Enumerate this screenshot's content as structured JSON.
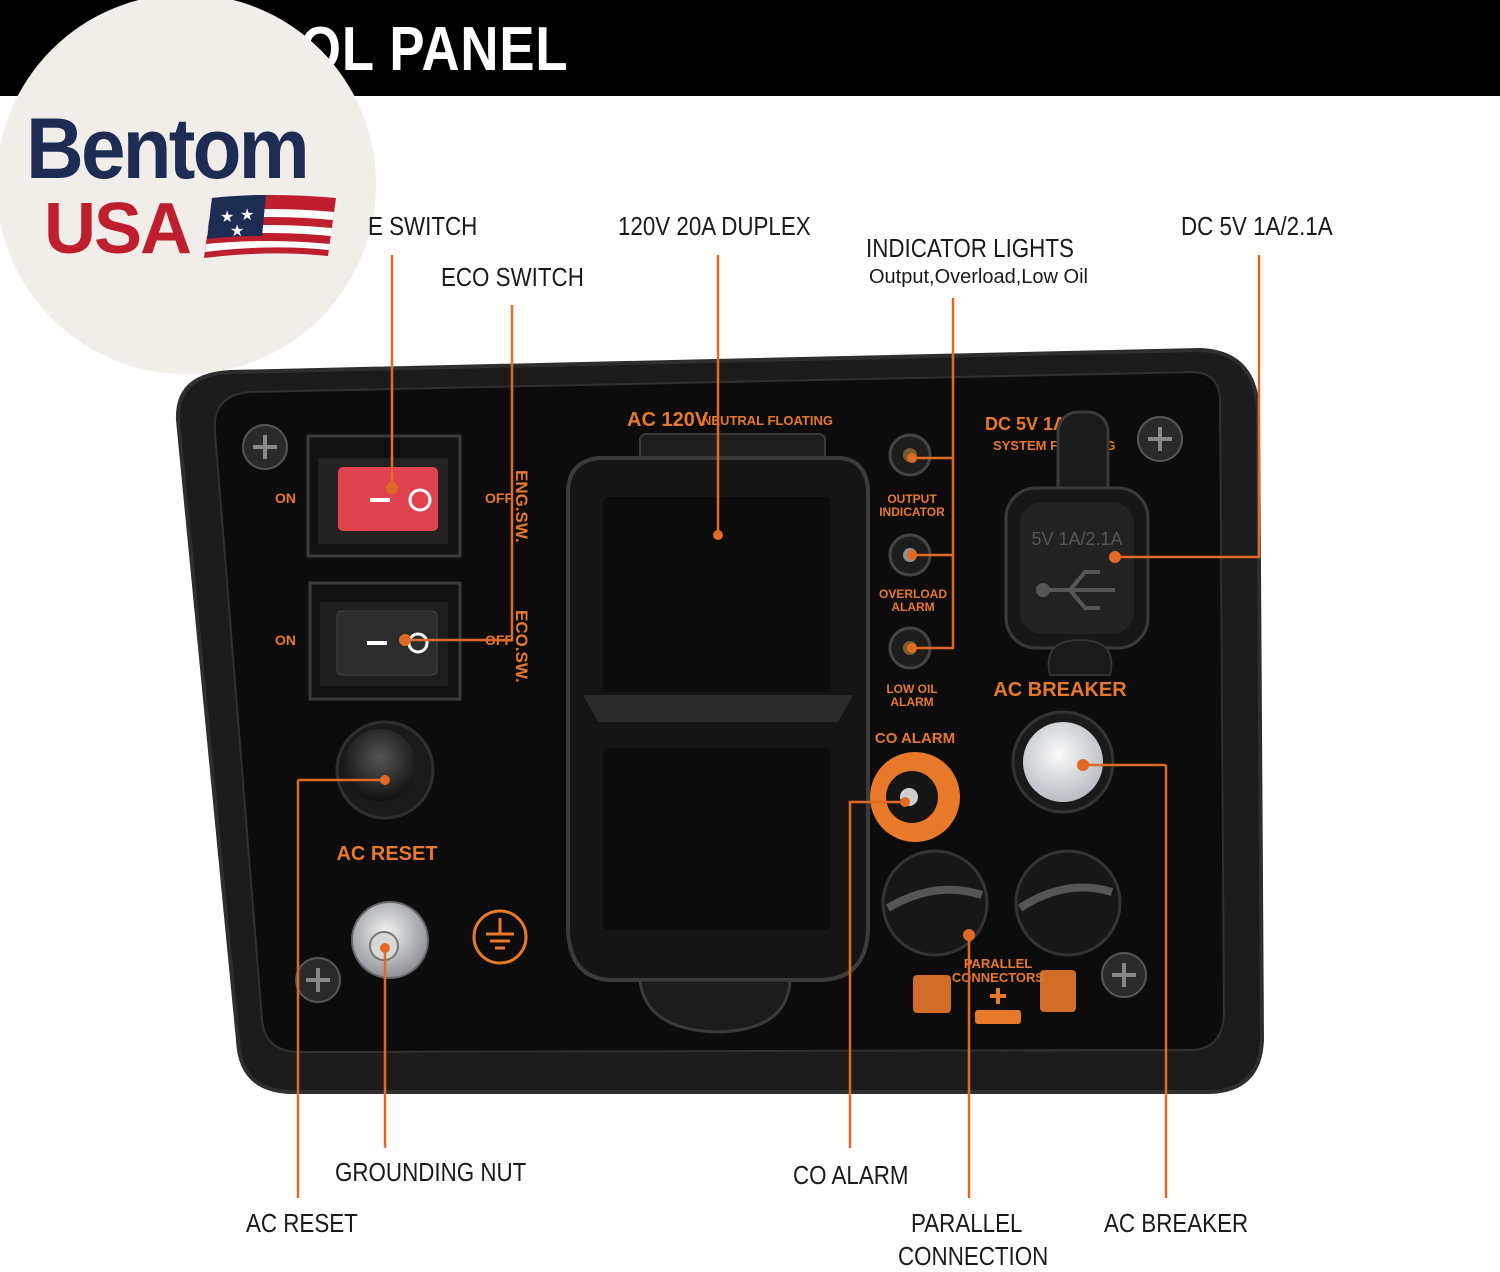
{
  "header": {
    "title": "OL PANEL"
  },
  "logo": {
    "word1": "Bentom",
    "word2": "USA"
  },
  "callouts": {
    "engine_switch": "E SWITCH",
    "eco_switch": "ECO SWITCH",
    "duplex": "120V 20A DUPLEX",
    "indicator_lights": "INDICATOR LIGHTS",
    "indicator_lights_sub": "Output,Overload,Low Oil",
    "dc": "DC 5V 1A/2.1A",
    "grounding_nut": "GROUNDING NUT",
    "ac_reset": "AC RESET",
    "co_alarm": "CO ALARM",
    "parallel_line1": "PARALLEL",
    "parallel_line2": "CONNECTION",
    "ac_breaker": "AC BREAKER"
  },
  "panel_labels": {
    "on1": "ON",
    "off1": "OFF",
    "eng_sw": "ENG.SW.",
    "on2": "ON",
    "off2": "OFF",
    "eco_sw": "ECO.SW.",
    "ac120": "AC 120V",
    "neutral_floating": "NEUTRAL FLOATING",
    "output_indicator_1": "OUTPUT",
    "output_indicator_2": "INDICATOR",
    "overload_1": "OVERLOAD",
    "overload_2": "ALARM",
    "lowoil_1": "LOW OIL",
    "lowoil_2": "ALARM",
    "dc_5v": "DC 5V 1A/2.1A",
    "system_floating": "SYSTEM FLOATING",
    "usb_cap": "5V 1A/2.1A",
    "ac_breaker": "AC BREAKER",
    "co_alarm": "CO ALARM",
    "ac_reset": "AC RESET",
    "parallel_1": "PARALLEL",
    "parallel_2": "CONNECTORS"
  },
  "colors": {
    "accent": "#e8782a",
    "navy": "#1c2c52",
    "red": "#be1e2d",
    "panel": "#141414"
  }
}
